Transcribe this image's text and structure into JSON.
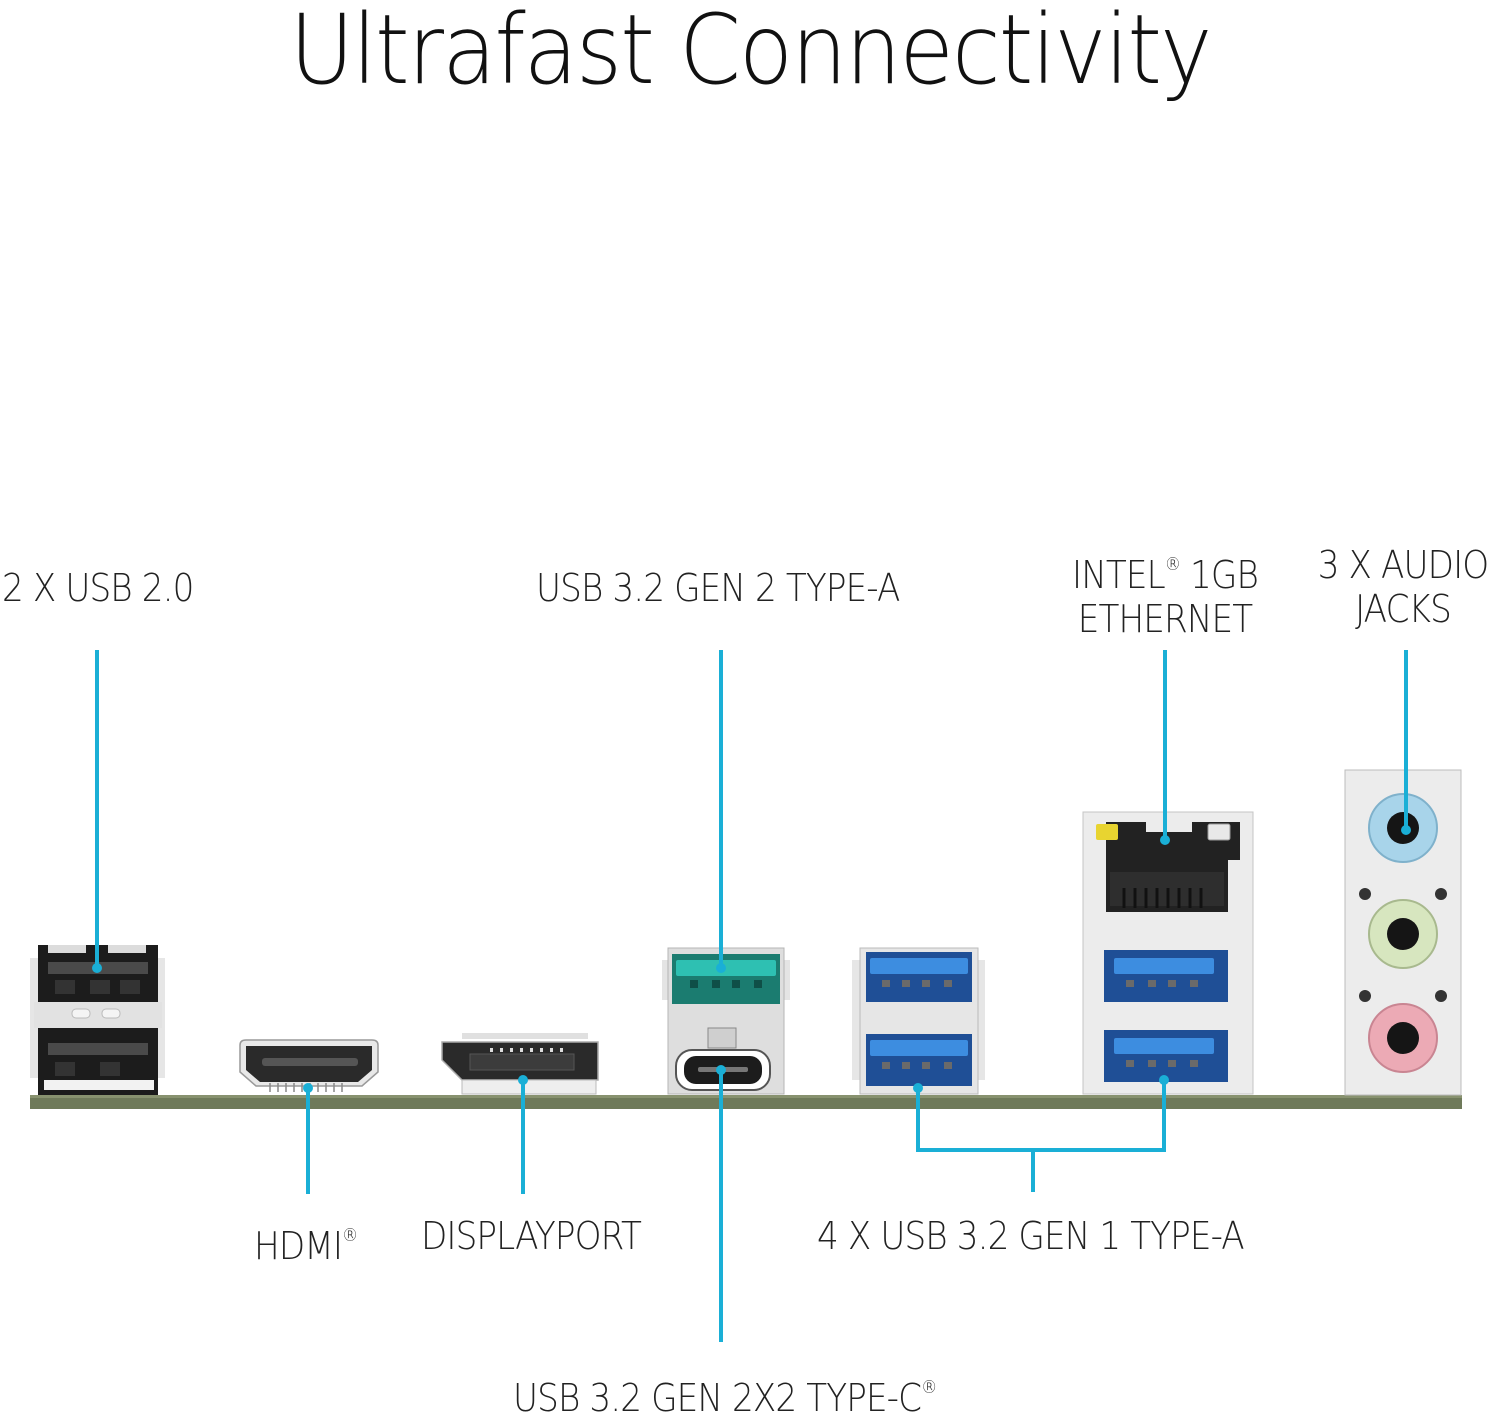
{
  "title": "Ultrafast Connectivity",
  "accent_color": "#1aafd6",
  "pcb_color": "#6f7a5a",
  "labels": {
    "usb20": "2 X USB 2.0",
    "usb32_gen2_a": "USB 3.2 GEN 2 TYPE-A",
    "ethernet_line1": "INTEL",
    "ethernet_reg": "®",
    "ethernet_line1b": " 1GB",
    "ethernet_line2": "ETHERNET",
    "audio_line1": "3 X AUDIO",
    "audio_line2": "JACKS",
    "hdmi": "HDMI",
    "hdmi_reg": "®",
    "displayport": "DISPLAYPORT",
    "usb32_gen1_a": "4 X USB 3.2 GEN 1 TYPE-A",
    "usb32_gen2x2_c": "USB 3.2 GEN 2X2 TYPE-C",
    "usb32_gen2x2_c_reg": "®"
  },
  "ports": [
    {
      "id": "usb20",
      "name": "USB 2.0",
      "count": 2,
      "color": "#2a2a2a"
    },
    {
      "id": "hdmi",
      "name": "HDMI",
      "count": 1,
      "color": "#2a2a2a"
    },
    {
      "id": "displayport",
      "name": "DisplayPort",
      "count": 1,
      "color": "#2a2a2a"
    },
    {
      "id": "usb32_gen2_a",
      "name": "USB 3.2 Gen 2 Type-A",
      "count": 1,
      "color": "#23b3a8"
    },
    {
      "id": "usb32_gen2x2_c",
      "name": "USB 3.2 Gen 2x2 Type-C",
      "count": 1,
      "color": "#2a2a2a"
    },
    {
      "id": "usb32_gen1_a",
      "name": "USB 3.2 Gen 1 Type-A",
      "count": 4,
      "color": "#2b7fd4"
    },
    {
      "id": "ethernet",
      "name": "Intel 1GB Ethernet",
      "count": 1,
      "color": "#2a2a2a"
    },
    {
      "id": "audio",
      "name": "Audio jacks",
      "count": 3,
      "colors": [
        "#a8d4ea",
        "#d7e6bf",
        "#ecaab5"
      ]
    }
  ]
}
